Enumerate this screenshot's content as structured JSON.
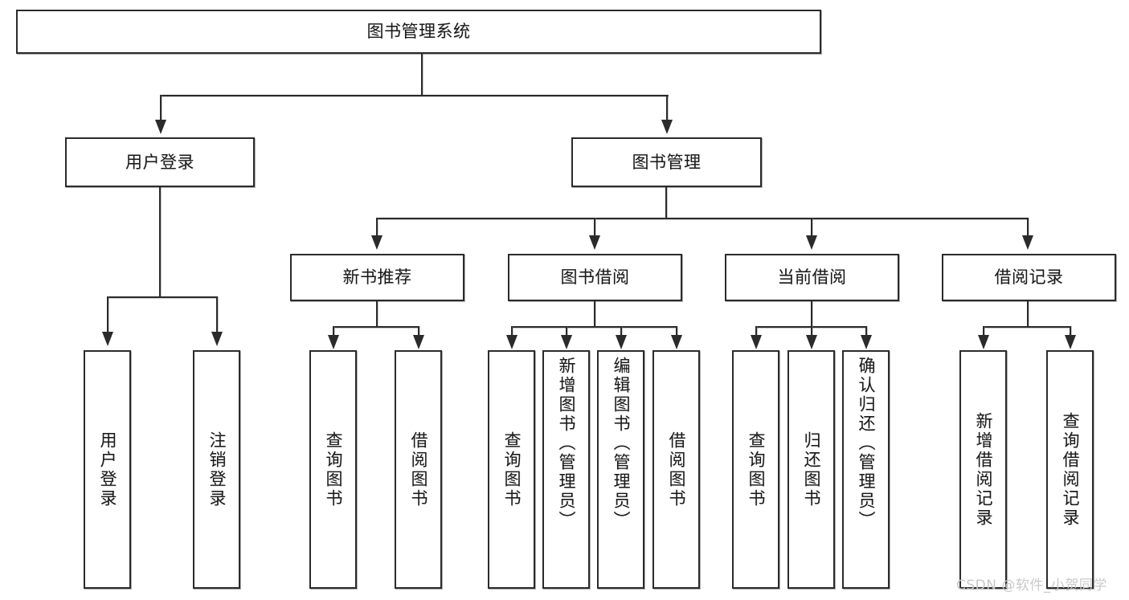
{
  "diagram": {
    "title": "图书管理系统",
    "type": "hierarchy-tree",
    "levels": 4,
    "root": {
      "label": "图书管理系统"
    },
    "level2": [
      {
        "label": "用户登录"
      },
      {
        "label": "图书管理"
      }
    ],
    "level3": [
      {
        "label": "新书推荐"
      },
      {
        "label": "图书借阅"
      },
      {
        "label": "当前借阅"
      },
      {
        "label": "借阅记录"
      }
    ],
    "leaves": {
      "user_login": [
        {
          "label": "用户登录"
        },
        {
          "label": "注销登录"
        }
      ],
      "new_book_recommend": [
        {
          "label": "查询图书"
        },
        {
          "label": "借阅图书"
        }
      ],
      "book_borrow": [
        {
          "label": "查询图书"
        },
        {
          "label": "新增图书（管理员）"
        },
        {
          "label": "编辑图书（管理员）"
        },
        {
          "label": "借阅图书"
        }
      ],
      "current_borrow": [
        {
          "label": "查询图书"
        },
        {
          "label": "归还图书"
        },
        {
          "label": "确认归还（管理员）"
        }
      ],
      "borrow_record": [
        {
          "label": "新增借阅记录"
        },
        {
          "label": "查询借阅记录"
        }
      ]
    }
  },
  "watermark": {
    "text": "CSDN @软件_小贺同学"
  },
  "colors": {
    "stroke": "#2b2b2b",
    "background": "#ffffff",
    "text": "#1a1a1a",
    "watermark": "#c9c9c9"
  }
}
